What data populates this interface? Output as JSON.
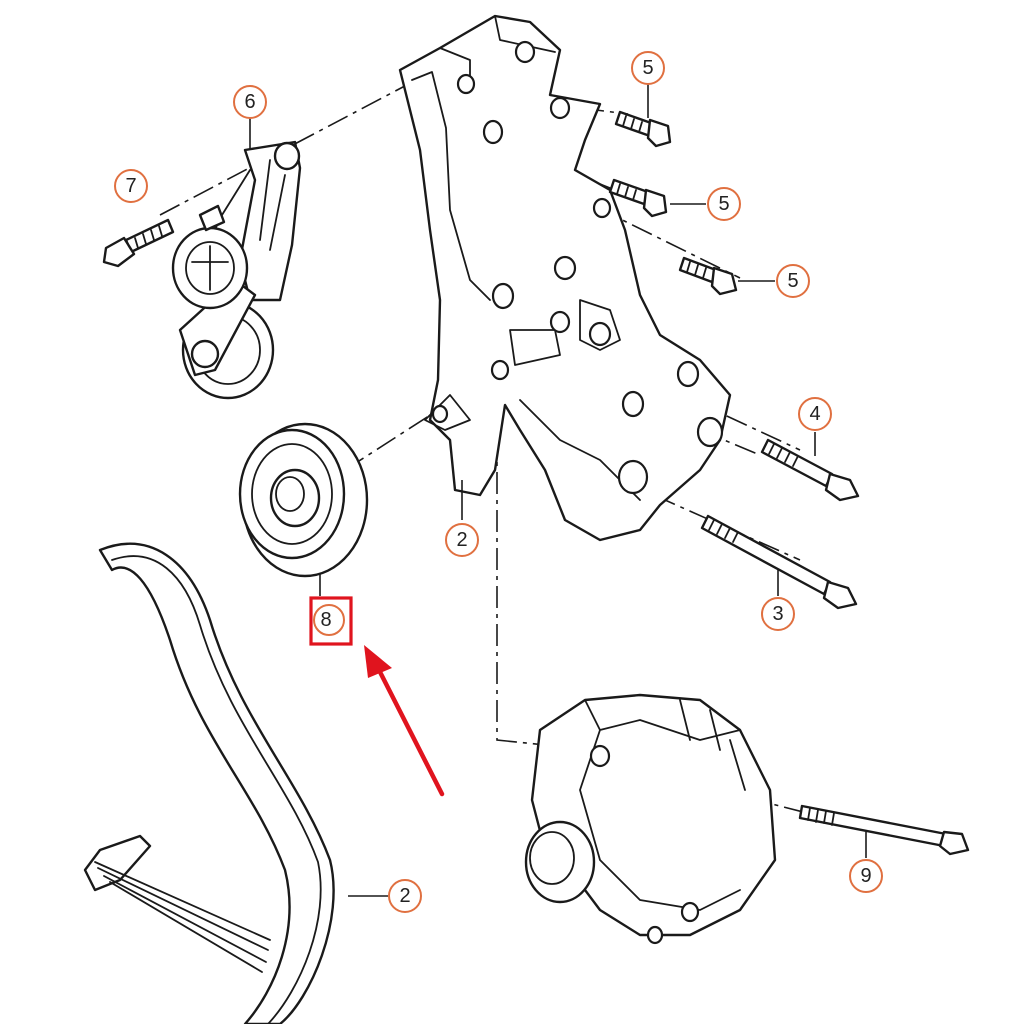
{
  "callouts": [
    {
      "id": "c6",
      "text": "6"
    },
    {
      "id": "c7",
      "text": "7"
    },
    {
      "id": "c5a",
      "text": "5"
    },
    {
      "id": "c5b",
      "text": "5"
    },
    {
      "id": "c5c",
      "text": "5"
    },
    {
      "id": "c4",
      "text": "4"
    },
    {
      "id": "c2a",
      "text": "2"
    },
    {
      "id": "c3",
      "text": "3"
    },
    {
      "id": "c8",
      "text": "8"
    },
    {
      "id": "c9",
      "text": "9"
    },
    {
      "id": "c2b",
      "text": "2"
    }
  ],
  "colors": {
    "line": "#1a1a1a",
    "bubble_outline": "#e07040",
    "highlight": "#e0141e",
    "arrow": "#e0141e",
    "label": "#222222"
  },
  "icons": {
    "arrow": "arrow-up-left-icon"
  }
}
